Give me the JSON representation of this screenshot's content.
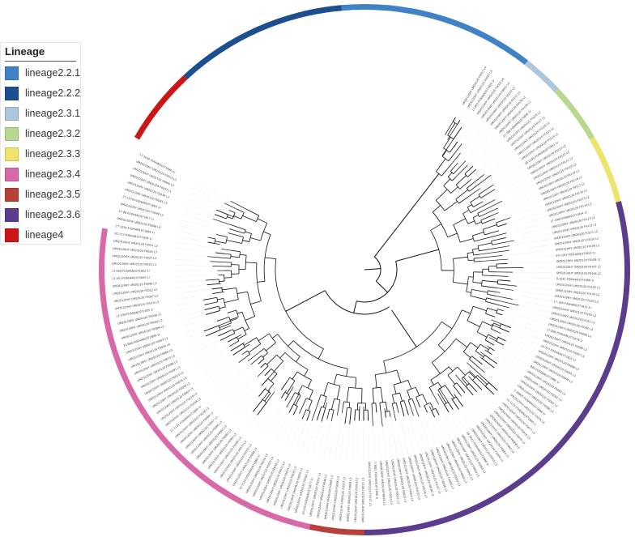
{
  "legend": {
    "title": "Lineage",
    "items": [
      {
        "label": "lineage2.2.1",
        "color": "#3f82c6"
      },
      {
        "label": "lineage2.2.2",
        "color": "#1d4e8f"
      },
      {
        "label": "lineage2.3.1",
        "color": "#adc6dc"
      },
      {
        "label": "lineage2.3.2",
        "color": "#b7d88e"
      },
      {
        "label": "lineage2.3.3",
        "color": "#ece46b"
      },
      {
        "label": "lineage2.3.4",
        "color": "#d968a8"
      },
      {
        "label": "lineage2.3.5",
        "color": "#b7413a"
      },
      {
        "label": "lineage2.3.6",
        "color": "#5b3c8e"
      },
      {
        "label": "lineage4",
        "color": "#cc1515"
      }
    ]
  },
  "tip_labels": [
    "17-1036 FOSHAN1071980-1r",
    "UM20120HY UM20120 F0013 L3",
    "UM20120HY UM20120 F0004 L3",
    "UM20120HY UM20120 F0043 L1",
    "UM20120HY UM20120 F0039 L3",
    "UM20120HY UM20120 F0081 L3",
    "27-1076 FOSHAN1071863 1r",
    "UM20120HY UM20120 F0049 L3",
    "17-88 FOSHAN1071817 1r",
    "UM20120HY UM20120 F0008 L4",
    "27-1256 FOSHAN1071884 1r",
    "20-721 FOSHAN1071818 1r",
    "UM20120HY UM20120 F0041 L3",
    "UM20120HY UM20120 F0026 L3",
    "UM20120HY UM20120 F0027 L3",
    "UM20120HY UM20120 F0052 L3",
    "17-959 FOSHAN1071832 1r",
    "17-953 FOSHAN1071849 1r",
    "UM20120HY UM20120 F0090 L3",
    "UM20120HY UM20120 F0012 L3",
    "UM20120HY UM20120 F0067 L3",
    "UM20120HY UM20120 F0070 L3",
    "17-239 FOSHAN1071835 1r",
    "UM20120HY UM20120 F0058 L3",
    "UM20120HY UM20120 F0029 L3",
    "UM20120HY UM20120 F0089 L3",
    "20-968 FOSHAN1071899 1r",
    "UM20120HY UM20120 F0087 L3",
    "UM20120HY UM20120 F0044 L4",
    "UM20120HY UM20120 F0066 L3",
    "UM20120HY UM20120 F0073 L3",
    "UM20120HY UM20120 F0086 L3",
    "UM20120HY UM20120 F0091 L3",
    "UM20120HY UM20120 F0019 L3",
    "UM20120HY UM20120 F0035 L3",
    "UM20120HY UM20120 F0048 L3",
    "UM20120HY UM20120 F0063 L3",
    "UM20120HY UM20120 F0078 L3",
    "UM20120HY UM20120 F0054 L3",
    "17-1231 FOSHAN1071809 1r",
    "UM20120HY UM20120 F0028 L3",
    "UM20120HY UM20120 F0069 L3",
    "UM20120HY UM20120 F0057 L3",
    "UM20120HY UM20120 F0060 L3",
    "UM20120HY UM20120 F0061 L3",
    "UM20120HY UM20120 F0083 L3",
    "UM20120HY UM20120 F0084 L3",
    "UM20120HY UM20120 F0085 L3",
    "UM20120HY UM20120 F0071 L3",
    "UM20120HY UM20120 F0072 L3",
    "UM20120HY UM20120 F0088 L3",
    "17-1124 FOSHAN1071880 1r",
    "UM20120HY UM20120 F0010 L3",
    "UM20120HY UM20120 F0032 L3",
    "UM20120HY UM20120 F0030 L3",
    "UM20120HY UM20120 F0031 L3",
    "UM20120HY UM20120 F0074 L3",
    "UM20120HY UM20120 F0025 L3",
    "UM20120HY UM20120 F0059 L3",
    "UM20120HY UM20120 F0062 L3",
    "20-155 FOSHAN1071877 1r",
    "UM20120HY UM20120 F0051 L3",
    "UM20120HY UM20120 F0046 L3",
    "UM20120HY UM20120 F0005 L3",
    "UM20120HY UM20120 F0006 L3",
    "UM20120HY UM20120 F0007 L3",
    "UM20120HY UM20120 F0009 L3",
    "UM20120HY UM20120 F0014 L3",
    "UM20120HY UM20120 F0015 L3",
    "UM20120HY UM20120 F0017 L3",
    "7-3081 FOSHAN1071890 1r",
    "UM20120HY UM20120 F0018 L3",
    "UM20120HY UM20120 F0020 L3",
    "UM20120HY UM20120 F0022 L3",
    "UM20120HY UM20120 F0023 L3",
    "UM20120HY UM20120 F0024 L4",
    "UM20120HY UM20120 F0033 L3",
    "UM20120HY UM20120 F0034 L3",
    "UM20120HY UM20120 F0036 L3",
    "UM20120HY UM20120 F0037 L3",
    "UM20120HY UM20120 F0038 L3",
    "UM20120HY UM20120 F0040 L3",
    "UM20120HY UM20120 F0042 L3",
    "UM20120HY UM20120 F0045 L3",
    "UM20120HY UM20120 F0047 L3",
    "UM20120HY UM20120 F0050 L3",
    "UM20120HY UM20120 F0053 L3",
    "18-3422 FOSHAN1071886 1r",
    "UM20120HY UM20120 F0055 L3",
    "UM20120HY UM20120 F0056 L3",
    "UM20120HY UM20120 F0064 L3",
    "UM20120HY UM20120 F0065 L3",
    "UM20120HY UM20120 F0068 L3",
    "UM20120HY UM20120 F0075 L3",
    "UM20120HY UM20120 F0076 L3",
    "UM20120HY UM20120 F0077 L3",
    "12-1215 FOSHAN1071860 1r",
    "UM20120HY UM20120 F0079 L3",
    "1-30805 FOSHAN1071898 1r",
    "UM20120HY UM20120 F0080 L3",
    "UM20120HY UM20120 F0082 L3",
    "UM20120HY UM20120 F0092 L3",
    "UM20120HY UM20120 F0093 L3",
    "800 FOSHAN1071885 1r",
    "UM20120HY UM20120 F0094 L3",
    "UM20120HY UM20120 F0095 L3",
    "UM20120HY UM20120 F0096 L3",
    "20-373 FOSHAN1071823 1r",
    "UM20120HY UM20120 F0097 L3",
    "UM20120HY UM20120 F0098 L3",
    "17-896 FOSHAN1071878 1r",
    "UM20120HY UM20120 F0099 L2",
    "UM20120HY UM20120 F0100 L2",
    "UM20120HY UM20120 F0101 L2",
    "UM20120HY UM20120 F0102 L2",
    "17-148 FOSHAN1071813 1r",
    "UM20120HY UM20120 F0103 L2",
    "UM20120HY UM20120 F0104 L2",
    "UM20120HY UM20120 F0105 L2",
    "8-3241 FOSHAN1071868 1r",
    "UM20120HY UM20120 F0106 L2",
    "UM20120HY UM20120 F0107 L2",
    "UM20120HY UM20120 F0108 L2",
    "20-1251 FOSHAN1071814 1r",
    "UM20120HY UM20120 F0109 L2",
    "UM20120HY UM20120 F0110 L2",
    "UM20120HY UM20120 F0111 L2",
    "UM20120HY UM20120 F0112 L2",
    "UM20120HY UM20120 F0113 L2",
    "17-198 FOSHAN1071824 1r",
    "UM20120HY UM20120 F0114 L2",
    "UM20120HY UM20120 F0115 L2",
    "UM20120HY UM20120 F0116 L2",
    "UM20120HY UM20120 F0117 L2",
    "UM20120HY UM20120 F0118 L2",
    "UM20120HY UM20120 F0119 L2",
    "UM20120HY UM20120 F0120 L2",
    "UM20120HY UM20120 F0121 L2",
    "UM20120HY UM20120 F0122 L2",
    "UM20120HY UM20120 F0123 L2",
    "18-1205 FOSHAN1071841 1r",
    "UM20120HY UM20120 F0124 L2",
    "UM20120HY UM20120 F0125 L2",
    "UM20120HY UM20120 F0126 L2",
    "UM20120HY UM20120 F0127 L2",
    "UM20120HY UM20120 F0128 L2",
    "17-788 FOSHAN1071856 1r",
    "UM20120HY UM20120 F0129 L2",
    "UM20120HY UM20120 F0130 L2",
    "UM20120HY UM20120 F0131 L2",
    "UM20120HY UM20120 F0132 L2",
    "UM20120HY UM20120 F0001 L4",
    "UM20120HY UM20120 F0002 L4",
    "17-993 FOSHAN1071829 1r",
    "UM20120HY UM20120 F0003 L4",
    "UM20120HY UM20120 F0011 L4"
  ]
}
